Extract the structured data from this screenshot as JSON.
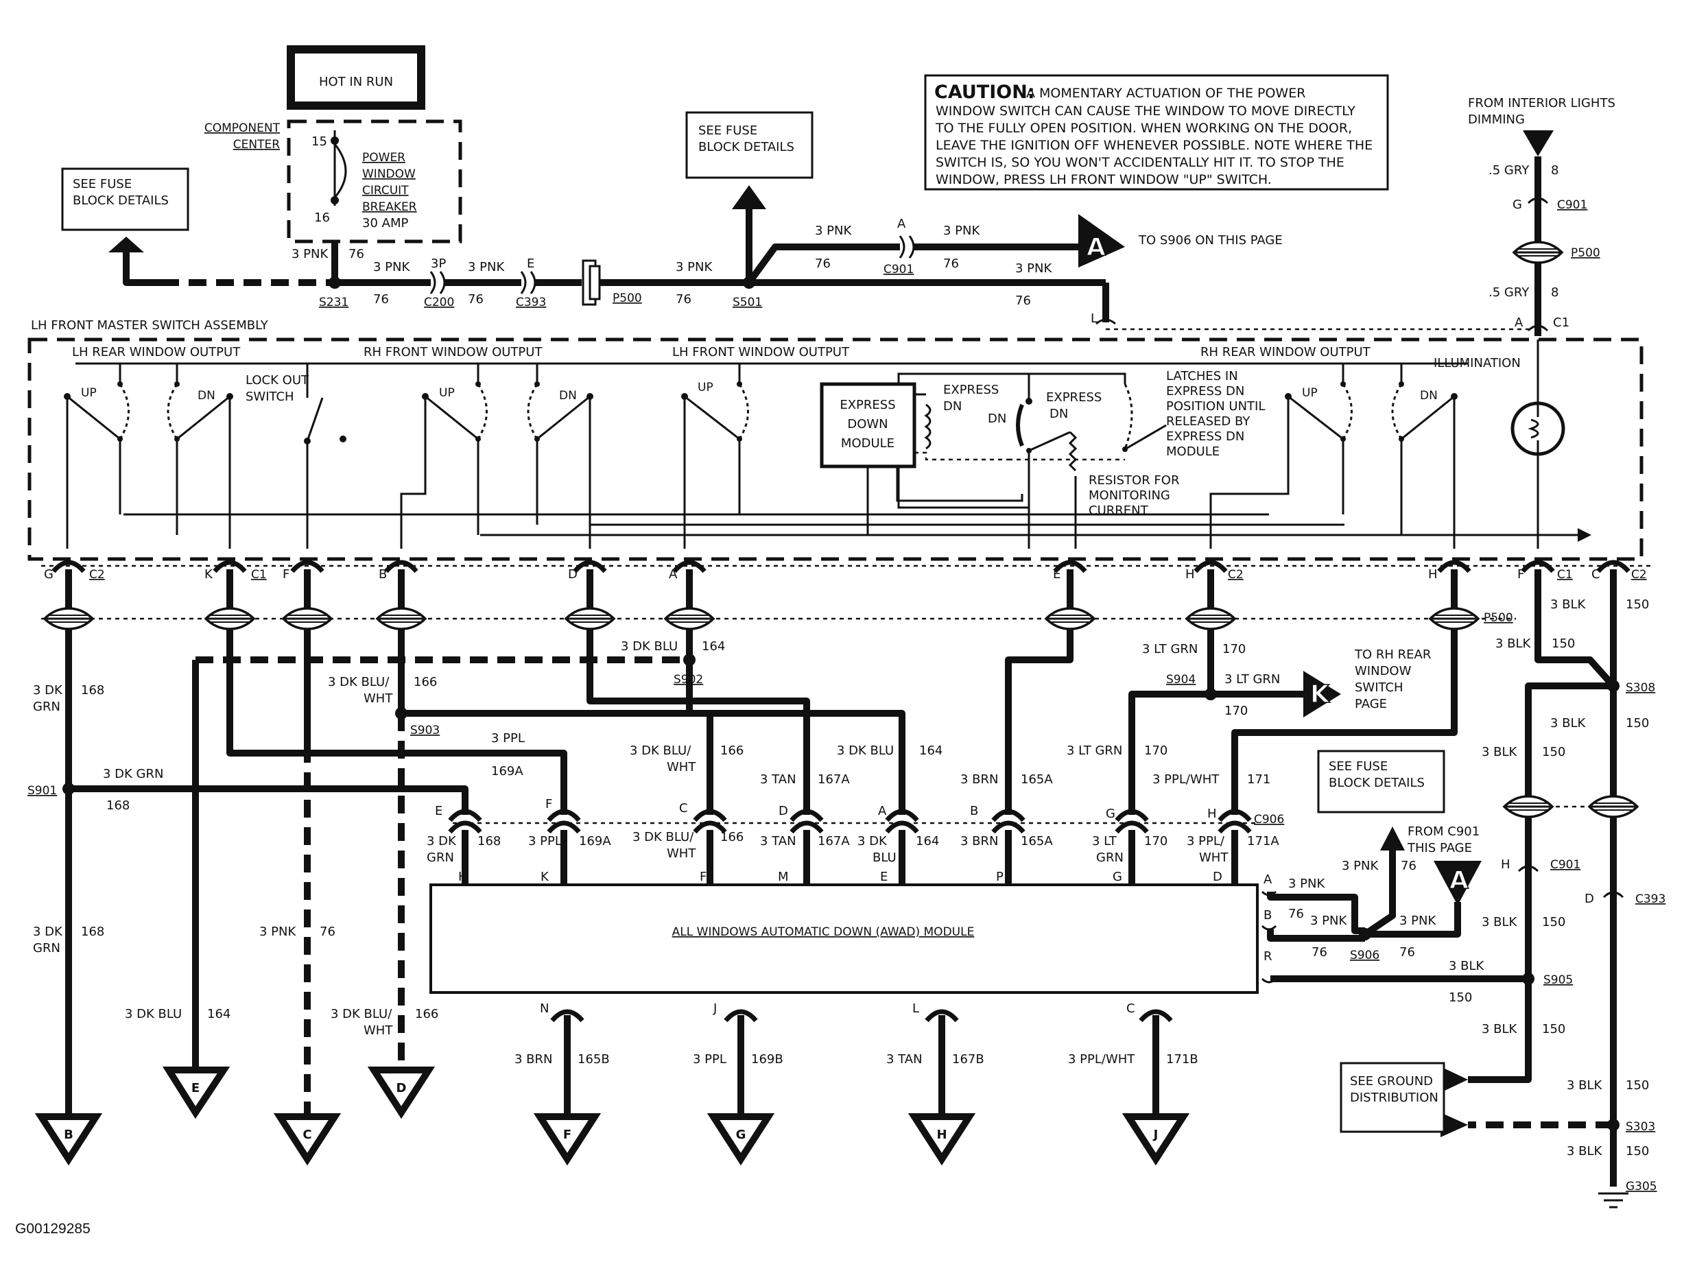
{
  "header": {
    "hot_in_run": "HOT IN RUN",
    "component_center_1": "COMPONENT",
    "component_center_2": "CENTER",
    "breaker_1": "POWER",
    "breaker_2": "WINDOW",
    "breaker_3": "CIRCUIT",
    "breaker_4": "BREAKER",
    "breaker_5": "30 AMP",
    "pin_15": "15",
    "pin_16": "16",
    "see_fuse_1": "SEE FUSE",
    "see_fuse_2": "BLOCK DETAILS",
    "to_s906": "TO S906 ON THIS PAGE",
    "caution_title": "CAUTION:",
    "caution_lines": [
      "A MOMENTARY ACTUATION OF THE POWER",
      "WINDOW SWITCH CAN CAUSE THE WINDOW TO MOVE DIRECTLY",
      "TO THE FULLY OPEN POSITION.  WHEN WORKING ON THE DOOR,",
      "LEAVE THE IGNITION OFF WHENEVER POSSIBLE.  NOTE WHERE THE",
      "SWITCH IS, SO YOU WON'T ACCIDENTALLY HIT IT.   TO STOP THE",
      "WINDOW, PRESS LH FRONT WINDOW \"UP\" SWITCH."
    ],
    "from_interior_1": "FROM INTERIOR LIGHTS",
    "from_interior_2": "DIMMING"
  },
  "wires_top": {
    "w3pnk": "3 PNK",
    "n76": "76",
    "gry": ".5 GRY",
    "n8": "8",
    "c200": "C200",
    "c393": "C393",
    "p500": "P500",
    "c901": "C901",
    "s231": "S231",
    "s501": "S501",
    "pin_3p": "3P",
    "pin_e": "E",
    "pin_a": "A",
    "pin_g": "G",
    "pin_l": "L",
    "c1": "C1"
  },
  "assembly": {
    "title": "LH FRONT MASTER SWITCH ASSEMBLY",
    "lh_rear": "LH REAR WINDOW OUTPUT",
    "rh_front": "RH FRONT WINDOW OUTPUT",
    "lh_front": "LH FRONT WINDOW OUTPUT",
    "rh_rear": "RH REAR WINDOW OUTPUT",
    "illumination": "ILLUMINATION",
    "up": "UP",
    "dn": "DN",
    "lockout_1": "LOCK OUT",
    "lockout_2": "SWITCH",
    "express_1": "EXPRESS",
    "express_2": "DOWN",
    "express_3": "MODULE",
    "express_dn_1": "EXPRESS",
    "express_dn_2": "DN",
    "latches": [
      "LATCHES IN",
      "EXPRESS DN",
      "POSITION UNTIL",
      "RELEASED BY",
      "EXPRESS DN",
      "MODULE"
    ],
    "resistor": [
      "RESISTOR FOR",
      "MONITORING",
      "CURRENT"
    ]
  },
  "connectors": {
    "g": "G",
    "k": "K",
    "f": "F",
    "b": "B",
    "d": "D",
    "a": "A",
    "e": "E",
    "h": "H",
    "c": "C",
    "c1": "C1",
    "c2": "C2",
    "p500": "P500"
  },
  "mid": {
    "dkgrn_3": "3 DK",
    "grn": "GRN",
    "n168": "168",
    "dkblu_164": "3 DK BLU",
    "n164": "164",
    "s902": "S902",
    "dkbluwht": "3 DK BLU/",
    "wht": "WHT",
    "n166": "166",
    "s903": "S903",
    "ppl": "3 PPL",
    "n169a": "169A",
    "dkgrn_long": "3 DK GRN",
    "s901": "S901",
    "tan": "3 TAN",
    "n167a": "167A",
    "dkblu": "3 DK BLU",
    "brn": "3 BRN",
    "n165a": "165A",
    "ltgrn": "3 LT GRN",
    "n170": "170",
    "s904": "S904",
    "to_rh_rear": [
      "TO RH REAR",
      "WINDOW",
      "SWITCH",
      "PAGE"
    ],
    "pplwht": "3 PPL/WHT",
    "n171": "171",
    "n171a": "171A",
    "c906": "C906",
    "see_fuse_1": "SEE FUSE",
    "see_fuse_2": "BLOCK DETAILS",
    "blk": "3 BLK",
    "n150": "150",
    "s308": "S308",
    "c901": "C901",
    "c393": "C393",
    "from_c901_1": "FROM C901",
    "from_c901_2": "THIS PAGE",
    "pnk": "3 PNK",
    "n76": "76",
    "s906": "S906",
    "s905": "S905",
    "s303": "S303",
    "g305": "G305",
    "see_ground_1": "SEE GROUND",
    "see_ground_2": "DISTRIBUTION",
    "dk": "3 DK",
    "blu": "BLU",
    "lt": "3 LT",
    "ppl_s": "3 PPL/",
    "pnk_76": "3 PNK"
  },
  "module": {
    "title": "ALL WINDOWS AUTOMATIC DOWN (AWAD) MODULE",
    "pins_top": [
      "H",
      "K",
      "F",
      "M",
      "E",
      "P",
      "G",
      "D"
    ],
    "pins_right": [
      "A",
      "B",
      "R"
    ],
    "pins_bottom": [
      "N",
      "J",
      "L",
      "C"
    ]
  },
  "bottom": {
    "brn": "3 BRN",
    "n165b": "165B",
    "ppl": "3 PPL",
    "n169b": "169B",
    "tan": "3 TAN",
    "n167b": "167B",
    "pplwht": "3 PPL/WHT",
    "n171b": "171B",
    "dkblu": "3 DK BLU",
    "n164": "164",
    "pnk": "3 PNK",
    "n76": "76",
    "dkbluwht": "3 DK BLU/",
    "wht": "WHT",
    "n166": "166",
    "dkgrn": "3 DK",
    "grn": "GRN",
    "n168": "168"
  },
  "offpage": [
    "A",
    "K",
    "A",
    "B",
    "E",
    "C",
    "D",
    "F",
    "G",
    "H",
    "J"
  ],
  "footer_id": "G00129285"
}
